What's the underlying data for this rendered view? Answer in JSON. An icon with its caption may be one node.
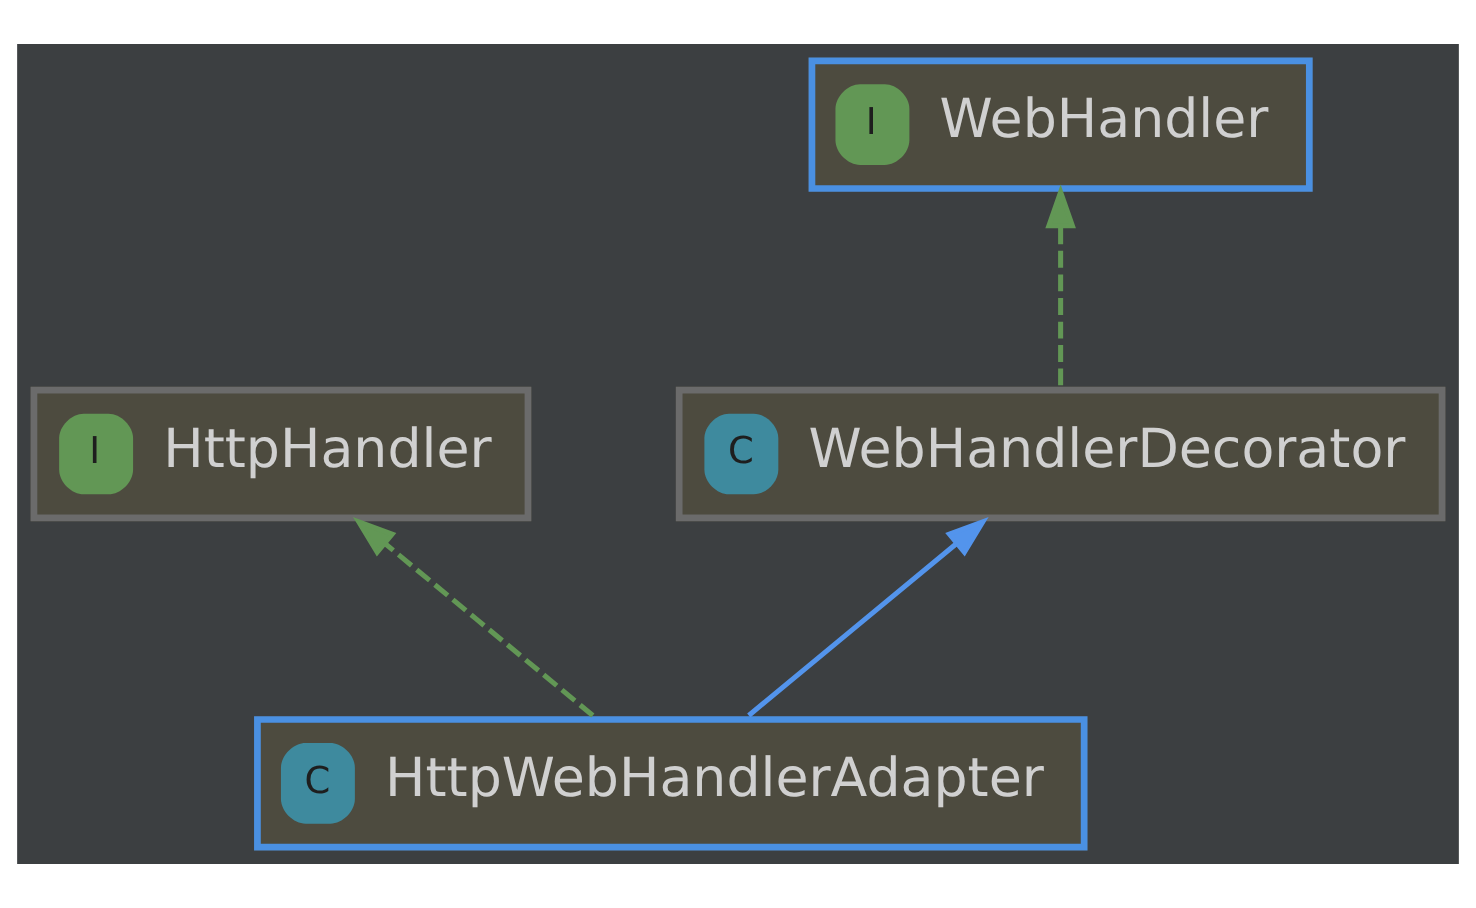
{
  "diagram": {
    "nodes": [
      {
        "text": [
          "I",
          "WebHandler"
        ]
      },
      {
        "text": [
          "I",
          "HttpHandler"
        ]
      },
      {
        "text": [
          "C",
          "WebHandlerDecorator"
        ]
      },
      {
        "text": [
          "C",
          "HttpWebHandlerAdapter"
        ]
      }
    ],
    "edges": [
      {
        "from": 2,
        "to": 0,
        "arrow": "to",
        "style": "dashed"
      },
      {
        "from": 3,
        "to": 1,
        "arrow": "to",
        "style": "dashed"
      },
      {
        "from": 3,
        "to": 2,
        "arrow": "to",
        "color": "#5394ec"
      }
    ]
  }
}
